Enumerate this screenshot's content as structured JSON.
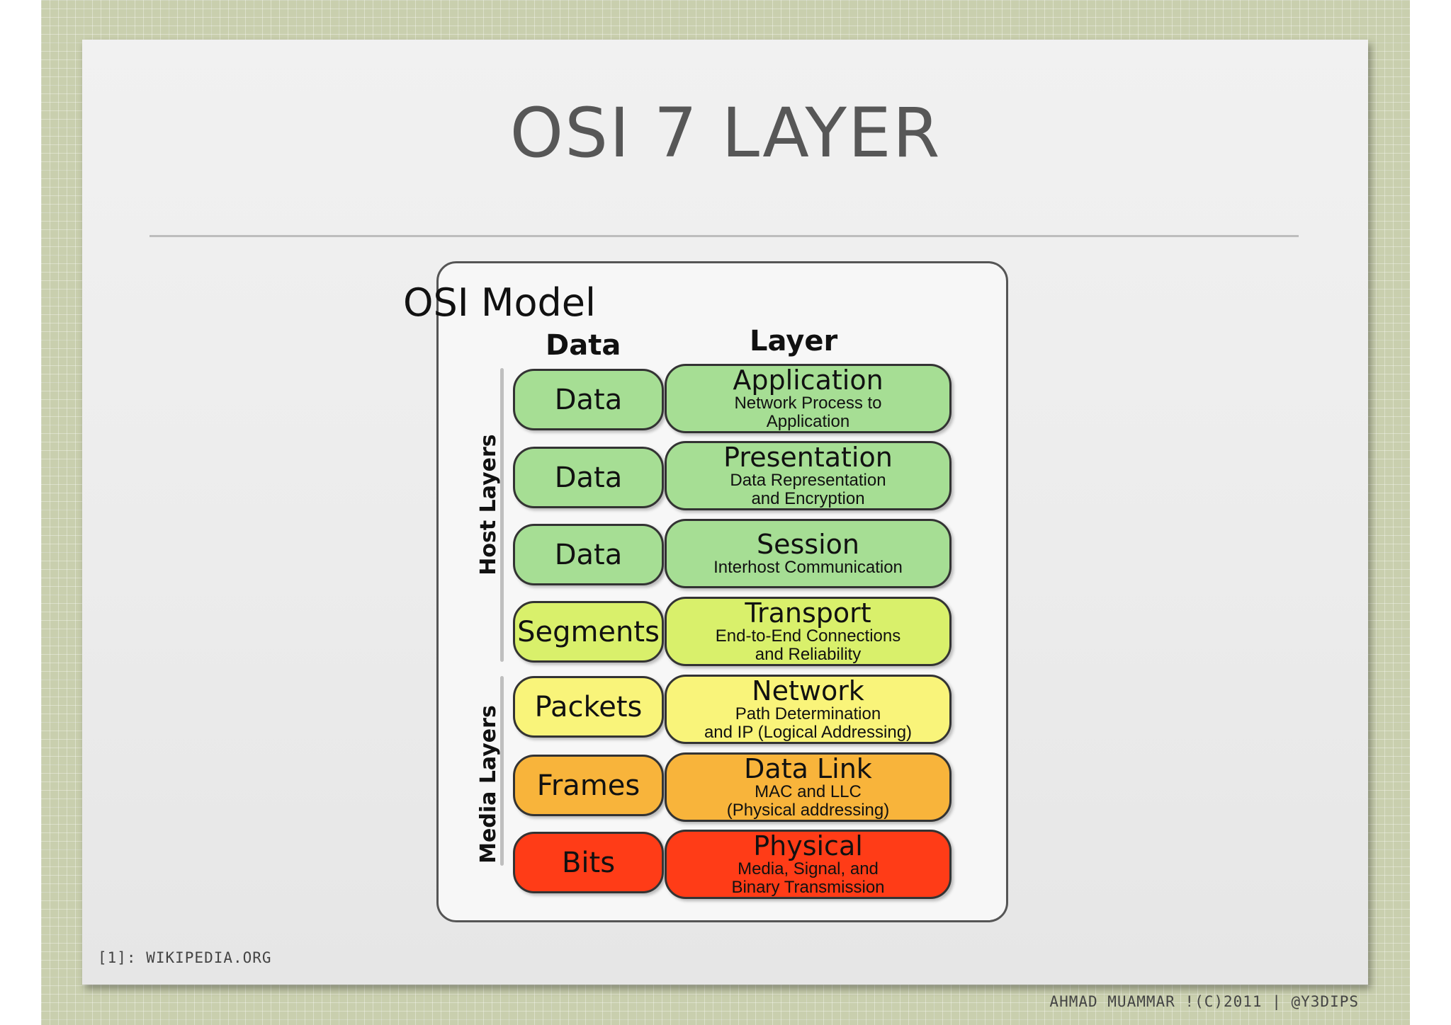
{
  "slide": {
    "title": "OSI 7 LAYER",
    "footer_left": "[1]: WIKIPEDIA.ORG",
    "footer_right": "AHMAD MUAMMAR !(C)2011 | @Y3DIPS"
  },
  "diagram": {
    "title": "OSI Model",
    "data_header": "Data",
    "layer_header": "Layer",
    "host_group_label": "Host Layers",
    "media_group_label": "Media Layers",
    "rows": [
      {
        "data": "Data",
        "layer": "Application",
        "desc1": "Network Process to",
        "desc2": "Application",
        "color": "#a6de94"
      },
      {
        "data": "Data",
        "layer": "Presentation",
        "desc1": "Data Representation",
        "desc2": "and Encryption",
        "color": "#a6de94"
      },
      {
        "data": "Data",
        "layer": "Session",
        "desc1": "Interhost Communication",
        "desc2": "",
        "color": "#a6de94"
      },
      {
        "data": "Segments",
        "layer": "Transport",
        "desc1": "End-to-End Connections",
        "desc2": "and Reliability",
        "color": "#d9f06b"
      },
      {
        "data": "Packets",
        "layer": "Network",
        "desc1": "Path Determination",
        "desc2": "and IP (Logical Addressing)",
        "color": "#f9f47a"
      },
      {
        "data": "Frames",
        "layer": "Data Link",
        "desc1": "MAC and LLC",
        "desc2": "(Physical addressing)",
        "color": "#f8b43b"
      },
      {
        "data": "Bits",
        "layer": "Physical",
        "desc1": "Media, Signal, and",
        "desc2": "Binary Transmission",
        "color": "#ff3c17"
      }
    ]
  }
}
